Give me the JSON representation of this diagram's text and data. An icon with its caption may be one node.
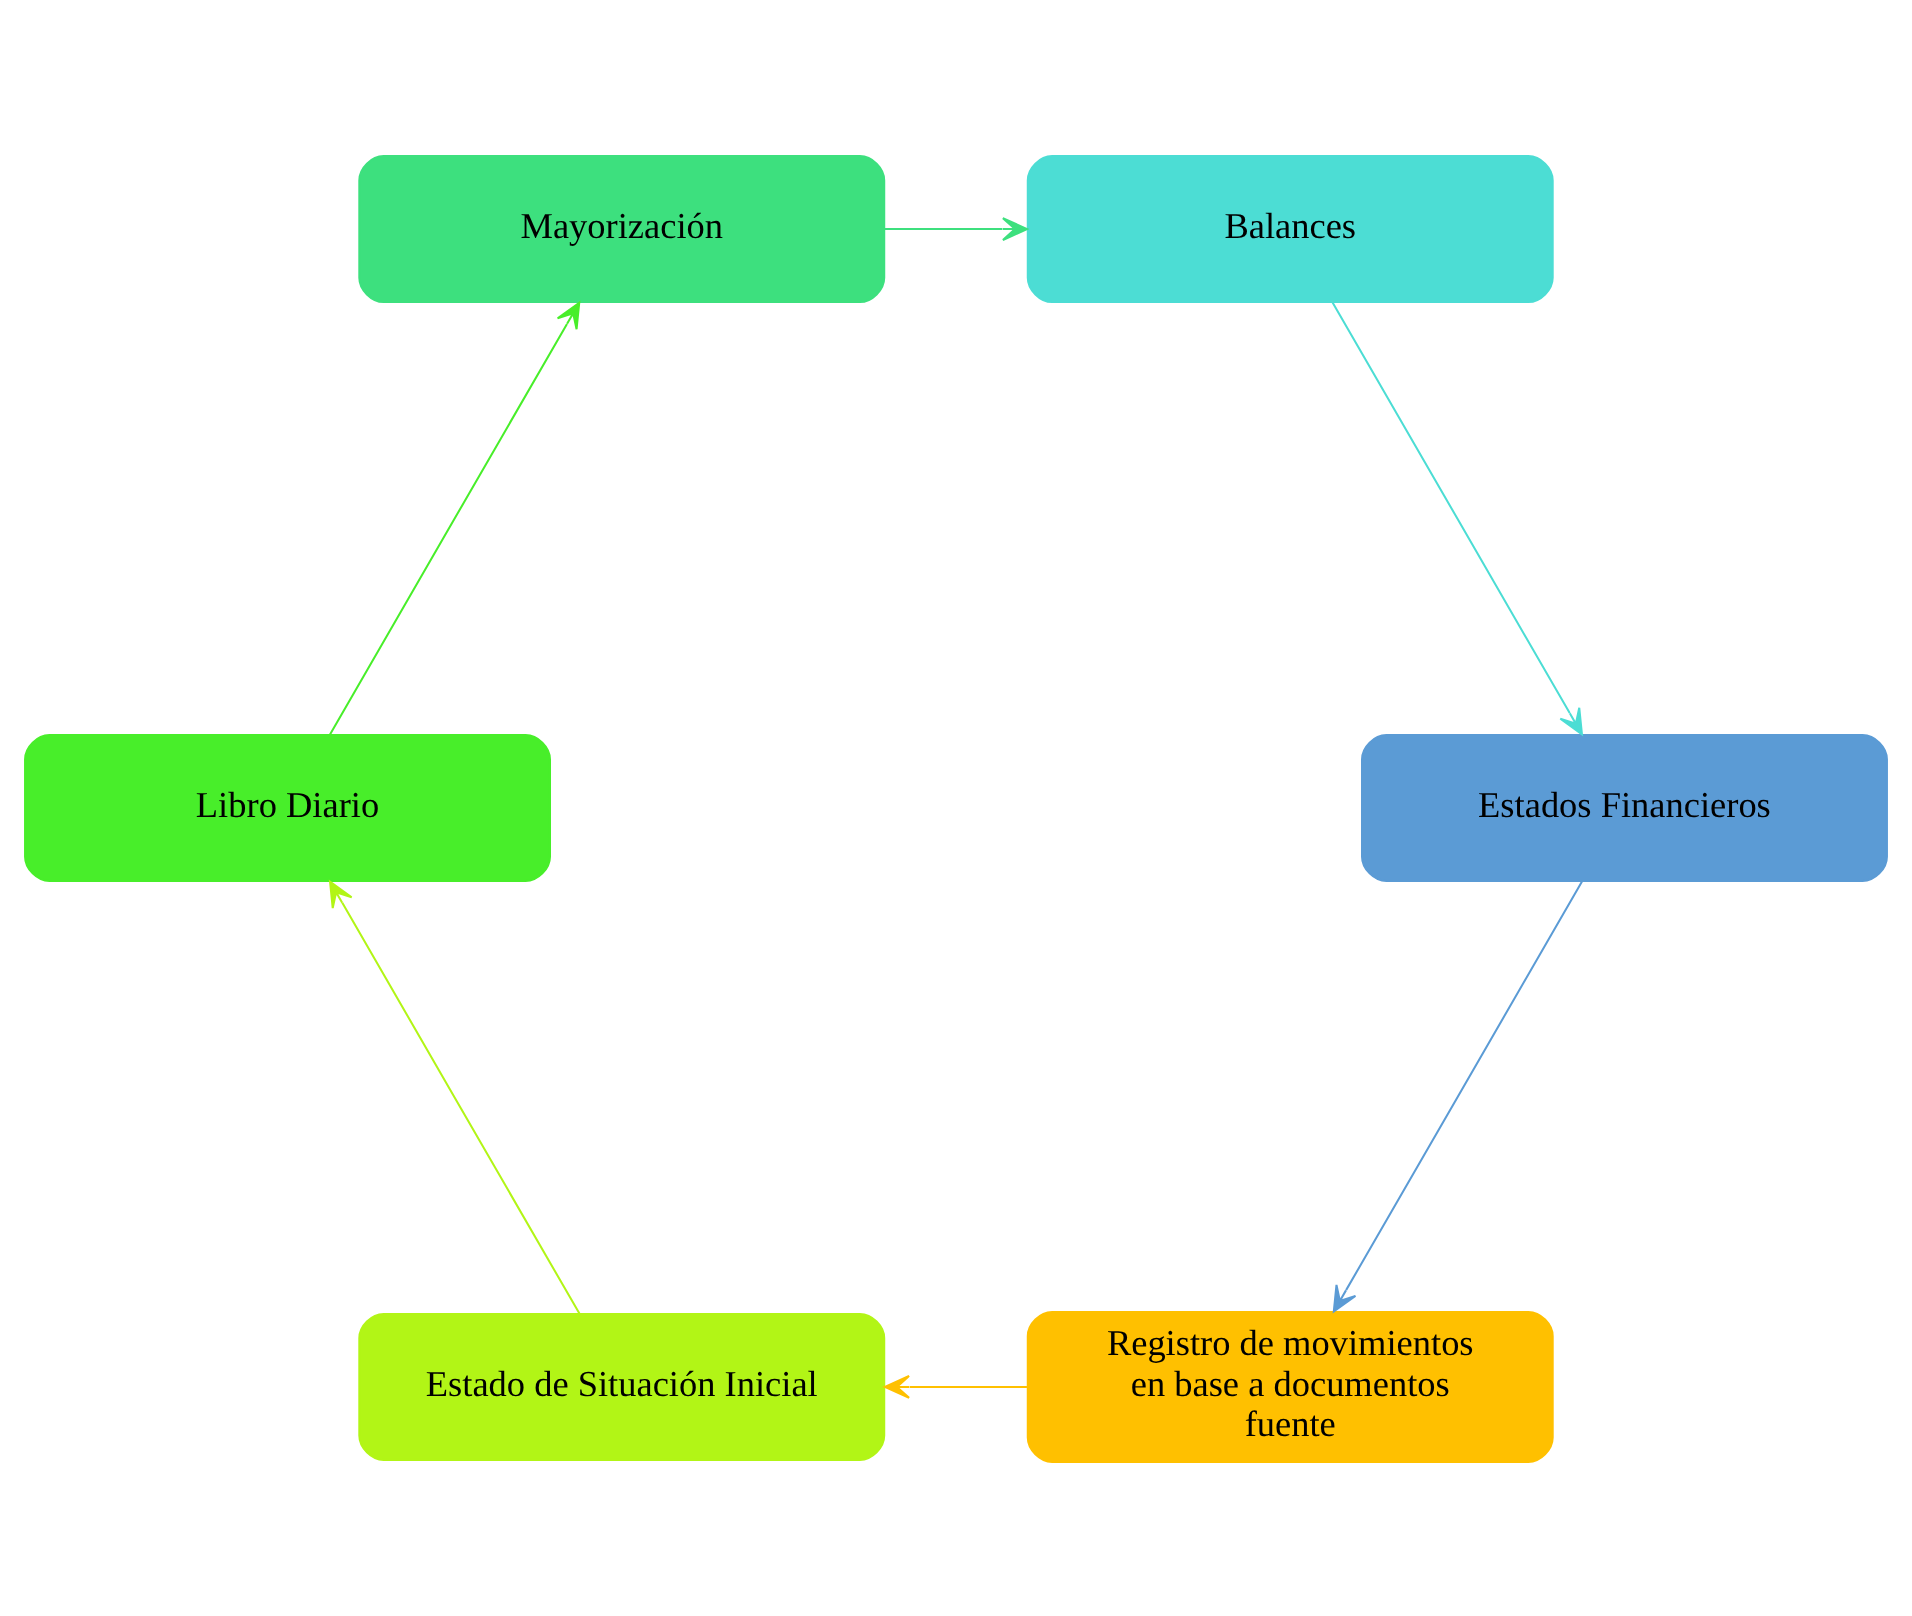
{
  "diagram": {
    "nodes": [
      {
        "text": [
          "Registro de movimientos en base a documentos fuente"
        ]
      },
      {
        "text": [
          "Estado de Situación Inicial"
        ]
      },
      {
        "text": [
          "Libro Diario"
        ]
      },
      {
        "text": [
          "Mayorización"
        ]
      },
      {
        "text": [
          "Balances"
        ]
      },
      {
        "text": [
          "Estados Financieros"
        ]
      }
    ],
    "edges": [
      {
        "from": 0,
        "to": 1,
        "arrow": "to",
        "color": "#ffc000"
      },
      {
        "from": 1,
        "to": 2,
        "arrow": "to",
        "color": "#b2f516"
      },
      {
        "from": 2,
        "to": 3,
        "arrow": "to",
        "color": "#48ee2a"
      },
      {
        "from": 3,
        "to": 4,
        "arrow": "to",
        "color": "#3de07e"
      },
      {
        "from": 4,
        "to": 5,
        "arrow": "to",
        "color": "#4cddd4"
      },
      {
        "from": 5,
        "to": 0,
        "arrow": "to",
        "color": "#5b9bd5"
      }
    ]
  }
}
